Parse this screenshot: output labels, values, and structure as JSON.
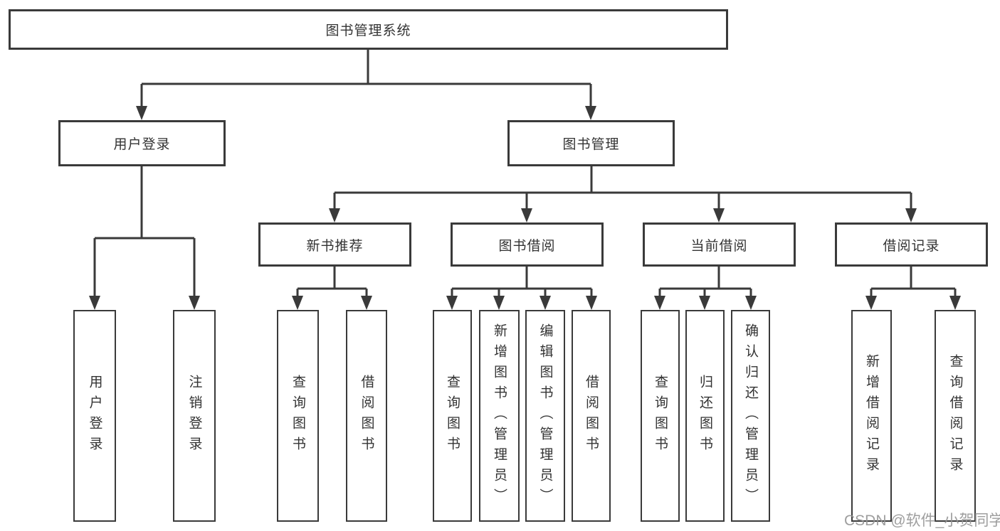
{
  "diagram_title": "图书管理系统",
  "watermark": "CSDN @软件_小贺同学",
  "colors": {
    "line": "#3a3a3a",
    "text": "#333333",
    "box_background": "#ffffff",
    "watermark": "#949494"
  },
  "tree": {
    "root": {
      "label": "图书管理系统",
      "children": [
        {
          "label": "用户登录",
          "children": [
            {
              "label": "用户登录"
            },
            {
              "label": "注销登录"
            }
          ]
        },
        {
          "label": "图书管理",
          "children": [
            {
              "label": "新书推荐",
              "children": [
                {
                  "label": "查询图书"
                },
                {
                  "label": "借阅图书"
                }
              ]
            },
            {
              "label": "图书借阅",
              "children": [
                {
                  "label": "查询图书"
                },
                {
                  "label": "新增图书（管理员）"
                },
                {
                  "label": "编辑图书（管理员）"
                },
                {
                  "label": "借阅图书"
                }
              ]
            },
            {
              "label": "当前借阅",
              "children": [
                {
                  "label": "查询图书"
                },
                {
                  "label": "归还图书"
                },
                {
                  "label": "确认归还（管理员）"
                }
              ]
            },
            {
              "label": "借阅记录",
              "children": [
                {
                  "label": "新增借阅记录"
                },
                {
                  "label": "查询借阅记录"
                }
              ]
            }
          ]
        }
      ]
    }
  }
}
